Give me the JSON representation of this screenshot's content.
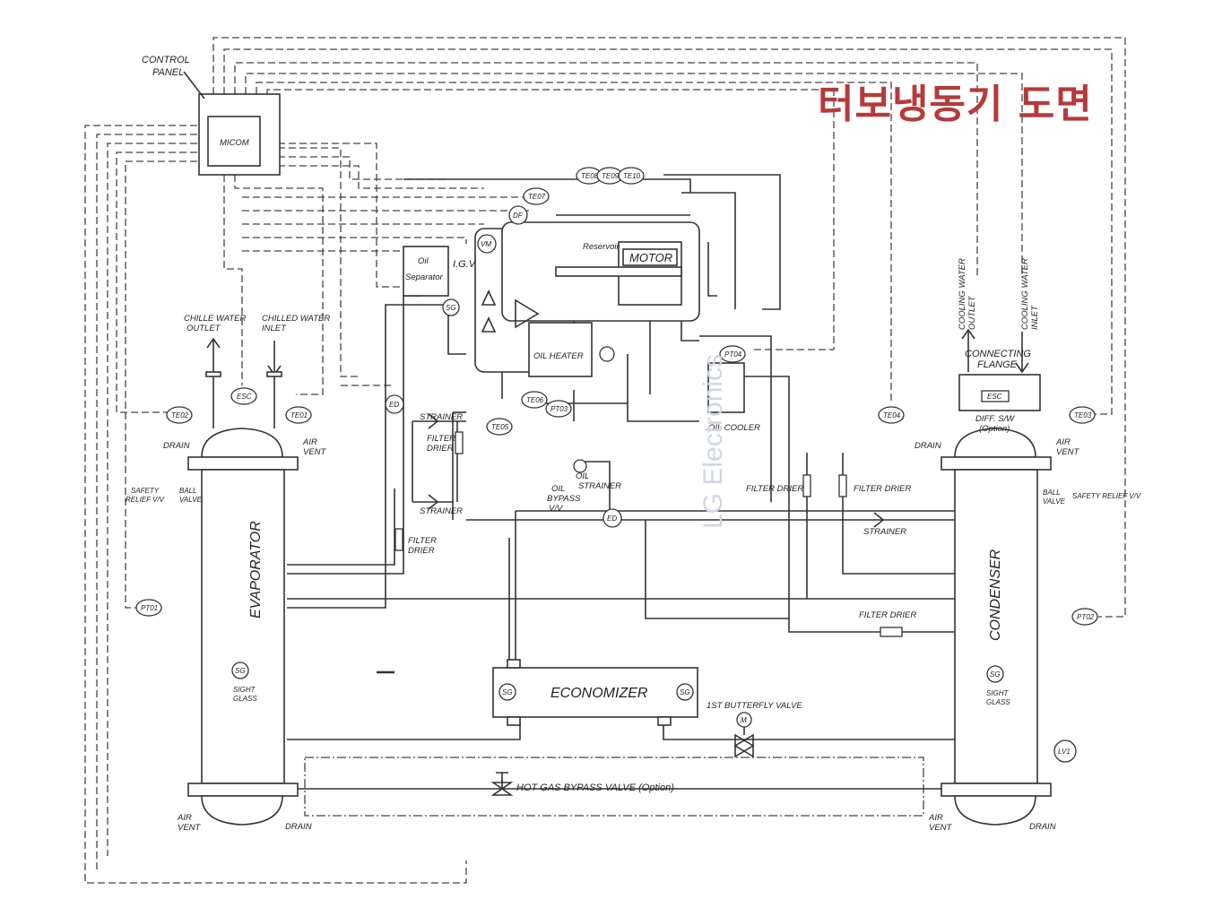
{
  "title": "터보냉동기 도면",
  "colors": {
    "title": "#b63a3a",
    "line": "#333333",
    "background": "#ffffff"
  },
  "labels": {
    "control_panel_1": "CONTROL",
    "control_panel_2": "PANEL",
    "micom": "MICOM",
    "oil_separator_1": "Oil",
    "oil_separator_2": "Separator",
    "igv": "I.G.V",
    "motor": "MOTOR",
    "reservoir": "Reservoir",
    "oil_heater": "OIL HEATER",
    "oil_cooler": "OIL COOLER",
    "oil_strainer_1": "OIL",
    "oil_strainer_2": "STRAINER",
    "oil_bypass_1": "OIL",
    "oil_bypass_2": "BYPASS",
    "oil_bypass_3": "V/V",
    "strainer": "STRAINER",
    "filter_drier_1": "FILTER",
    "filter_drier_2": "DRIER",
    "filter_drier_h": "FILTER DRIER",
    "chill_out_1": "CHILLE WATER",
    "chill_out_2": "OUTLET",
    "chill_in_1": "CHILLED WATER",
    "chill_in_2": "INLET",
    "cool_out_1": "COOLING WATER",
    "cool_out_2": "OUTLET",
    "cool_in_1": "COOLING WATER",
    "cool_in_2": "INLET",
    "connecting_1": "CONNECTING",
    "connecting_2": "FLANGE",
    "diff_sw_1": "DIFF. S/W",
    "diff_sw_2": "(Option)",
    "drain": "DRAIN",
    "air": "AIR",
    "vent": "VENT",
    "safety_1": "SAFETY",
    "safety_2": "RELIEF V/V",
    "safety_h": "SAFETY RELIEF V/V",
    "ball_1": "BALL",
    "ball_2": "VALVE",
    "evaporator": "EVAPORATOR",
    "condenser": "CONDENSER",
    "sg": "SG",
    "sight_1": "SIGHT",
    "sight_2": "GLASS",
    "economizer": "ECONOMIZER",
    "butterfly": "1ST BUTTERFLY VALVE",
    "hot_gas": "HOT GAS BYPASS VALVE (Option)",
    "watermark": "LG Electronics"
  },
  "tags": {
    "te01": "TE01",
    "te02": "TE02",
    "te03": "TE03",
    "te04": "TE04",
    "te05": "TE05",
    "te06": "TE06",
    "te07": "TE07",
    "te08": "TE08",
    "te09": "TE09",
    "te10": "TE10",
    "pt01": "PT01",
    "pt02": "PT02",
    "pt03": "PT03",
    "pt04": "PT04",
    "ed": "ED",
    "df": "DF",
    "vm": "VM",
    "lv1": "LV1",
    "m": "M",
    "esc": "ESC",
    "esc2": "ESC"
  }
}
